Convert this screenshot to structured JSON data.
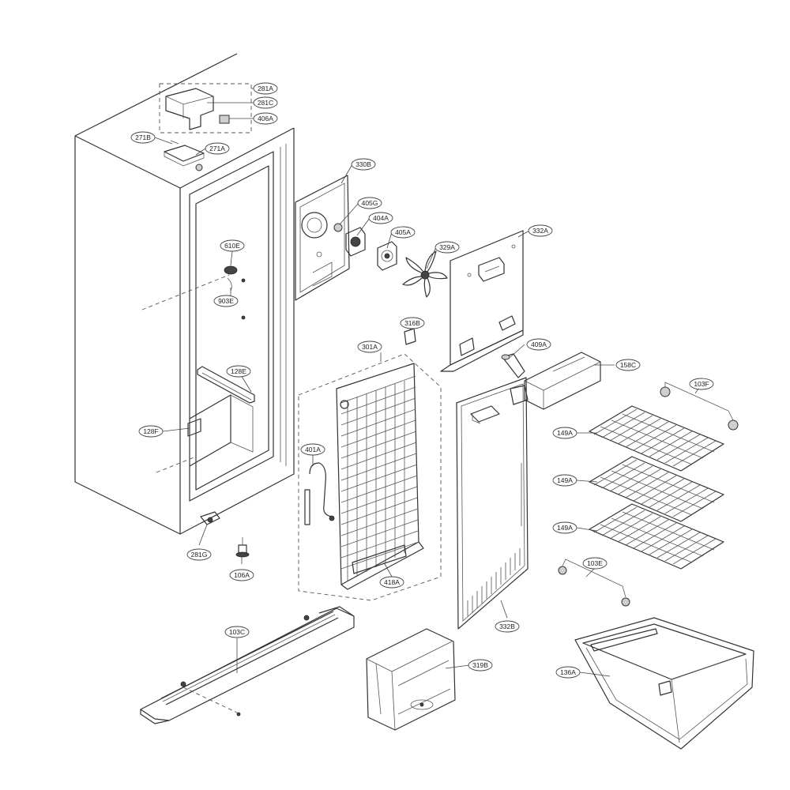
{
  "labels": {
    "l281A": "281A",
    "l281C": "281C",
    "l406A": "406A",
    "l271B": "271B",
    "l271A": "271A",
    "l330B": "330B",
    "l405G": "405G",
    "l404A": "404A",
    "l405A": "405A",
    "l329A": "329A",
    "l332A": "332A",
    "l610E": "610E",
    "l903E": "903E",
    "l316B": "316B",
    "l301A": "301A",
    "l409A": "409A",
    "l158C": "158C",
    "l128E": "128E",
    "l103F": "103F",
    "l128F": "128F",
    "l149A_1": "149A",
    "l401A": "401A",
    "l149A_2": "149A",
    "l149A_3": "149A",
    "l281G": "281G",
    "l103E": "103E",
    "l106A": "106A",
    "l418A": "418A",
    "l332B": "332B",
    "l103C": "103C",
    "l319B": "319B",
    "l136A": "136A"
  }
}
